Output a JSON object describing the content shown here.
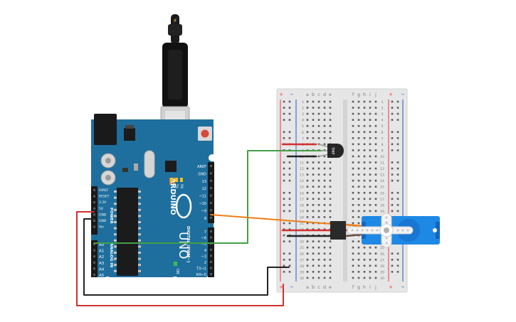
{
  "arduino": {
    "brand": "ARDUINO",
    "model": "UNO",
    "power_header_label": "POWER",
    "analog_header_label": "ANALOG IN",
    "digital_header_label": "DIGITAL (PWM~)",
    "on_label": "ON",
    "led_labels": [
      "L",
      "TX",
      "RX"
    ],
    "power_pins": [
      "IOREF",
      "RESET",
      "3.3V",
      "5V",
      "GND",
      "GND",
      "Vin"
    ],
    "analog_pins": [
      "A0",
      "A1",
      "A2",
      "A3",
      "A4",
      "A5"
    ],
    "top_pins": [
      "AREF",
      "GND",
      "13",
      "12",
      "~11",
      "~10",
      "~9",
      "8"
    ],
    "bottom_pins": [
      "7",
      "~6",
      "~5",
      "4",
      "~3",
      "2",
      "TX→1",
      "RX←0"
    ]
  },
  "breadboard": {
    "column_letters_left": [
      "a",
      "b",
      "c",
      "d",
      "e"
    ],
    "column_letters_right": [
      "f",
      "g",
      "h",
      "i",
      "j"
    ],
    "row_numbers": [
      "1",
      "2",
      "3",
      "4",
      "5",
      "6",
      "7",
      "8",
      "9",
      "10",
      "11",
      "12",
      "13",
      "14",
      "15",
      "16",
      "17",
      "18",
      "19",
      "20",
      "21",
      "22",
      "23",
      "24",
      "25",
      "26",
      "27",
      "28",
      "29",
      "30"
    ],
    "rail_plus": "+",
    "rail_minus": "−"
  },
  "sensor": {
    "label": "TMP"
  },
  "usb_plug": {
    "symbol": "⚡"
  },
  "colors": {
    "board_blue": "#1f6f9e",
    "wire_red": "#d32f2f",
    "wire_black": "#222222",
    "wire_green": "#43a047",
    "wire_orange": "#ef7d14",
    "servo_blue": "#1e88e5"
  }
}
